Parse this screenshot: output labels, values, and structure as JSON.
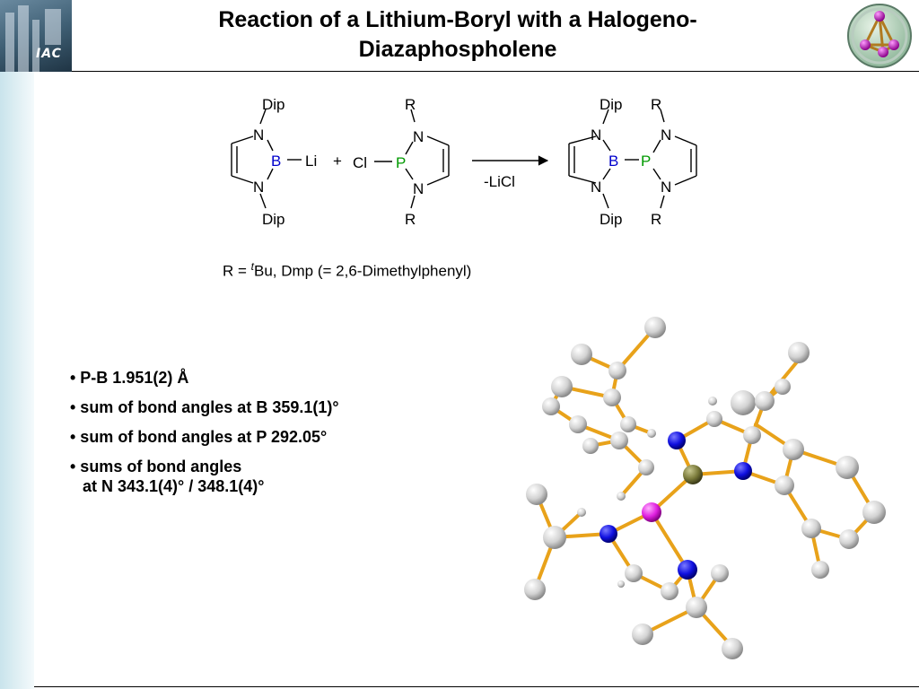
{
  "header": {
    "title_line1": "Reaction of a Lithium-Boryl with a Halogeno-",
    "title_line2": "Diazaphospholene",
    "logo_text": "IAC"
  },
  "scheme": {
    "dip": "Dip",
    "r": "R",
    "n": "N",
    "b": "B",
    "p": "P",
    "li": "Li",
    "cl": "Cl",
    "plus": "+",
    "condition": "-LiCl"
  },
  "r_definition": {
    "prefix": "R = ",
    "t": "t",
    "rest": "Bu, Dmp (= 2,6-Dimethylphenyl)"
  },
  "bullets": [
    {
      "text": "• P-B 1.951(2) Å"
    },
    {
      "text": "• sum of bond angles at B 359.1(1)°"
    },
    {
      "text": "• sum of bond angles at P 292.05°"
    },
    {
      "text": "• sums of bond angles",
      "cont": "at N 343.1(4)° / 348.1(4)°"
    }
  ],
  "colors": {
    "boron": "#0000cc",
    "phosphorus": "#009900",
    "bond": "#e8a21a",
    "atom_n": "#1a1ad6",
    "atom_p": "#e020e0",
    "atom_b": "#7a7a3a",
    "atom_c": "#d0d0d0"
  },
  "icons": {
    "left_logo": "building-photo-icon",
    "right_logo": "tetrahedron-molecule-icon"
  }
}
